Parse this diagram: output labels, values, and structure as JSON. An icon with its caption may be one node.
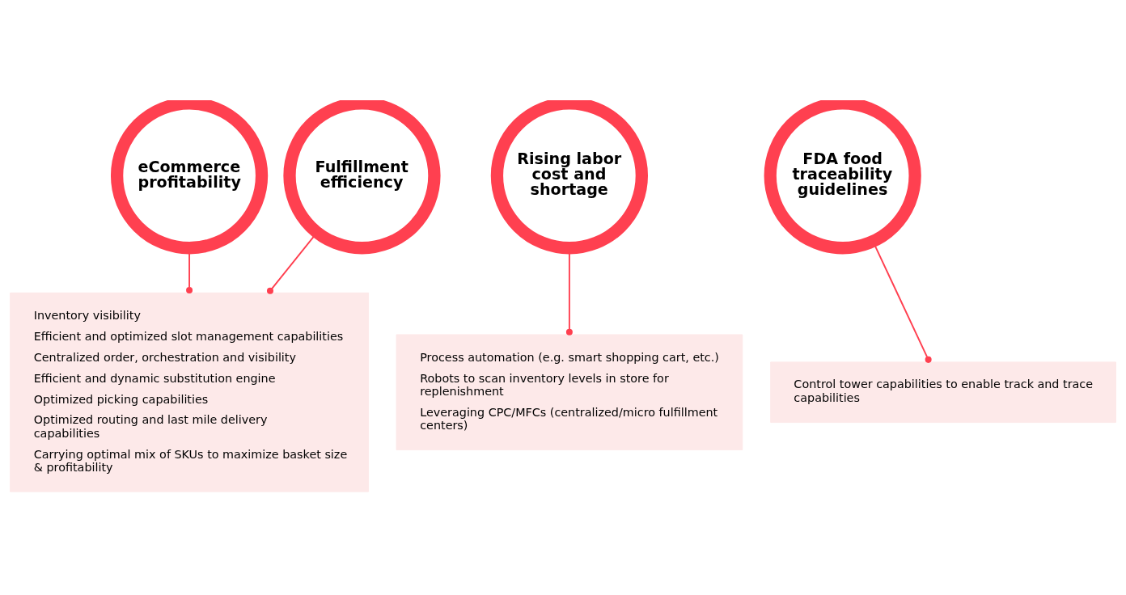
{
  "diagram": {
    "nodes": [
      {
        "text": [
          "eCommerce profitability"
        ]
      },
      {
        "text": [
          "Fulfillment efficiency"
        ]
      },
      {
        "text": [
          "Rising labor cost and shortage"
        ]
      },
      {
        "text": [
          "FDA food traceability guidelines"
        ]
      },
      {
        "text": [
          "Inventory visibility",
          "Efficient and optimized slot management capabilities",
          "Centralized order, orchestration and visibility",
          "Efficient and dynamic substitution engine",
          "Optimized picking capabilities",
          "Optimized routing and last mile delivery capabilities",
          "Carrying optimal mix of SKUs to maximize basket size & profitability"
        ]
      },
      {
        "text": [
          "Process automation (e.g. smart shopping cart, etc.)",
          "Robots to scan inventory levels in store for replenishment",
          "Leveraging CPC/MFCs (centralized/micro fulfillment centers)"
        ]
      },
      {
        "text": [
          "Control tower capabilities to enable track and trace capabilities"
        ]
      }
    ],
    "edges": [
      {
        "from": 0,
        "to": 4,
        "arrow": "other"
      },
      {
        "from": 1,
        "to": 4,
        "arrow": "other"
      },
      {
        "from": 2,
        "to": 5,
        "arrow": "other"
      },
      {
        "from": 3,
        "to": 6,
        "arrow": "other"
      }
    ]
  }
}
